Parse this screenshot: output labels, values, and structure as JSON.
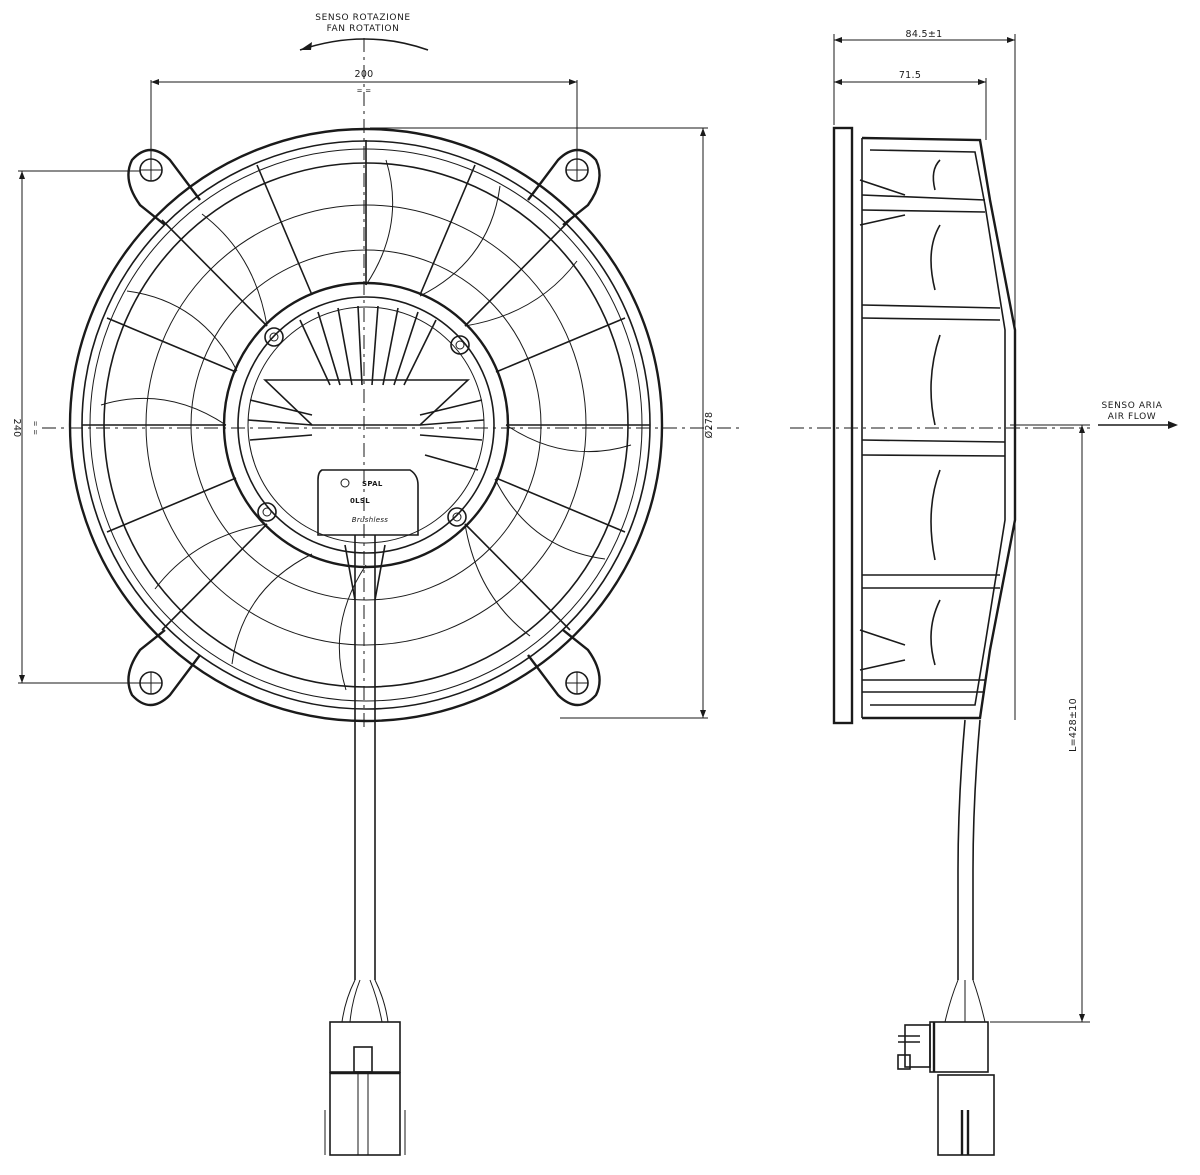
{
  "drawing": {
    "title": "Axial fan technical drawing",
    "front_view": {
      "rotation_label_it": "SENSO ROTAZIONE",
      "rotation_label_en": "FAN ROTATION",
      "dim_mount_width": "200",
      "dim_mount_height": "240",
      "dim_diameter": "Ø278",
      "symmetry_mark": "= =",
      "motor_label_brand": "SPAL",
      "motor_label_code": "0LSL",
      "motor_label_type": "Brushless"
    },
    "side_view": {
      "dim_overall_depth": "84.5±1",
      "dim_body_depth": "71.5",
      "airflow_label_it": "SENSO ARIA",
      "airflow_label_en": "AIR FLOW",
      "dim_cable_length": "L=428±10"
    },
    "colors": {
      "line": "#1a1a1a",
      "background": "#ffffff"
    }
  }
}
